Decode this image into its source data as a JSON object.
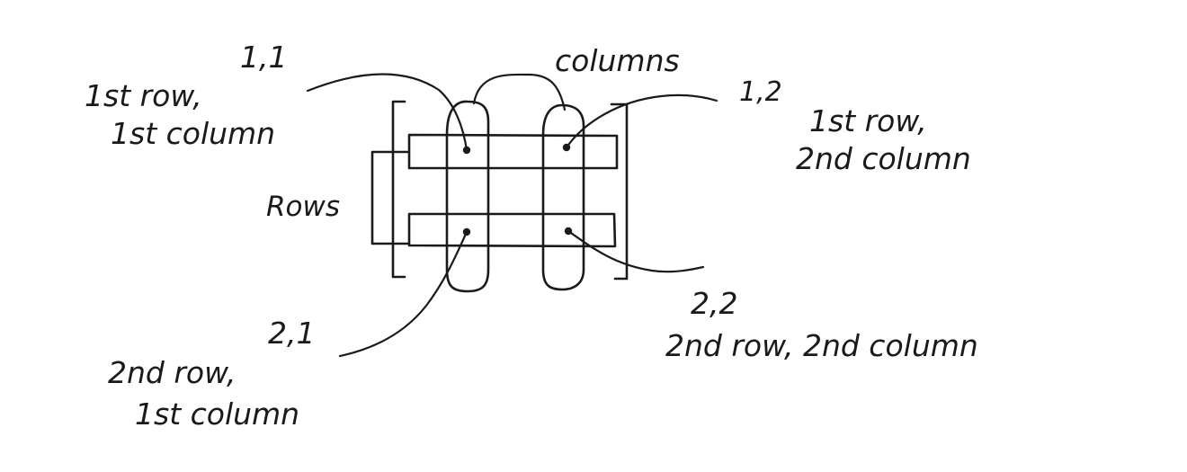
{
  "labels": {
    "columns": "columns",
    "rows": "Rows",
    "cell_1_1_index": "1,1",
    "cell_1_1_line1": "1st row,",
    "cell_1_1_line2": "1st column",
    "cell_1_2_index": "1,2",
    "cell_1_2_line1": "1st row,",
    "cell_1_2_line2": "2nd column",
    "cell_2_1_index": "2,1",
    "cell_2_1_line1": "2nd row,",
    "cell_2_1_line2": "1st column",
    "cell_2_2_index": "2,2",
    "cell_2_2_line1": "2nd row, 2nd column"
  }
}
